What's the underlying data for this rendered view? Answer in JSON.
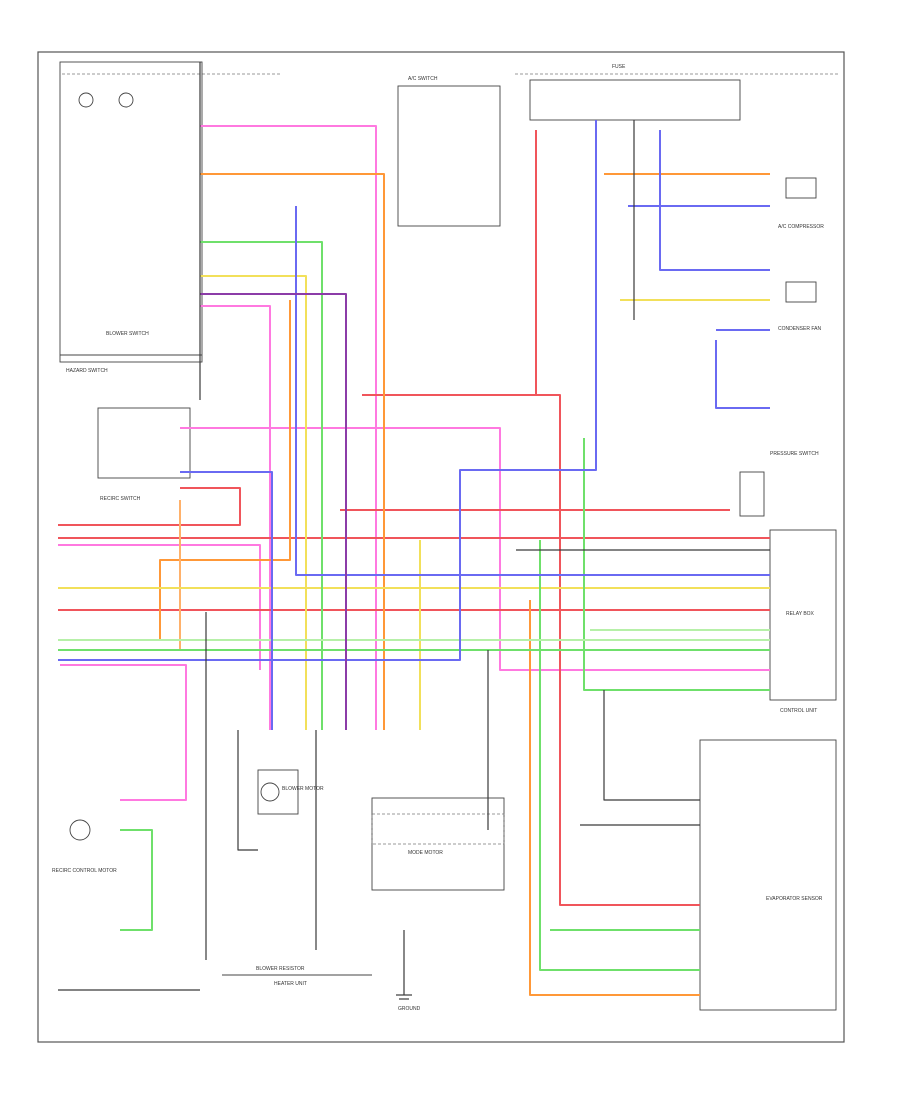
{
  "colors": {
    "red": "#f0555b",
    "pink": "#ff79e0",
    "orange": "#ff9838",
    "yellow": "#f2e05a",
    "green": "#6fe06b",
    "blue": "#6a6af2",
    "purple": "#8c3ca8",
    "lightgreen": "#b6f0a8",
    "peach": "#ffb16a",
    "black": "#3a3a3a",
    "gray": "#9a9a9a"
  },
  "labels": {
    "hazard_switch": "HAZARD SWITCH",
    "a_c_switch": "A/C SWITCH",
    "fuse_label": "FUSE",
    "recirc_switch": "RECIRC SWITCH",
    "blower_switch": "BLOWER SWITCH",
    "blower_motor": "BLOWER MOTOR",
    "blower_resistor": "BLOWER RESISTOR",
    "a_c_compressor": "A/C COMPRESSOR",
    "condenser_fan": "CONDENSER FAN",
    "relay_box": "RELAY BOX",
    "control_unit": "CONTROL UNIT",
    "mode_motor": "MODE MOTOR",
    "heater_unit": "HEATER UNIT",
    "recirc_control_motor": "RECIRC CONTROL MOTOR",
    "evaporator_sensor": "EVAPORATOR SENSOR",
    "pressure_switch": "PRESSURE SWITCH",
    "ground": "GROUND"
  }
}
